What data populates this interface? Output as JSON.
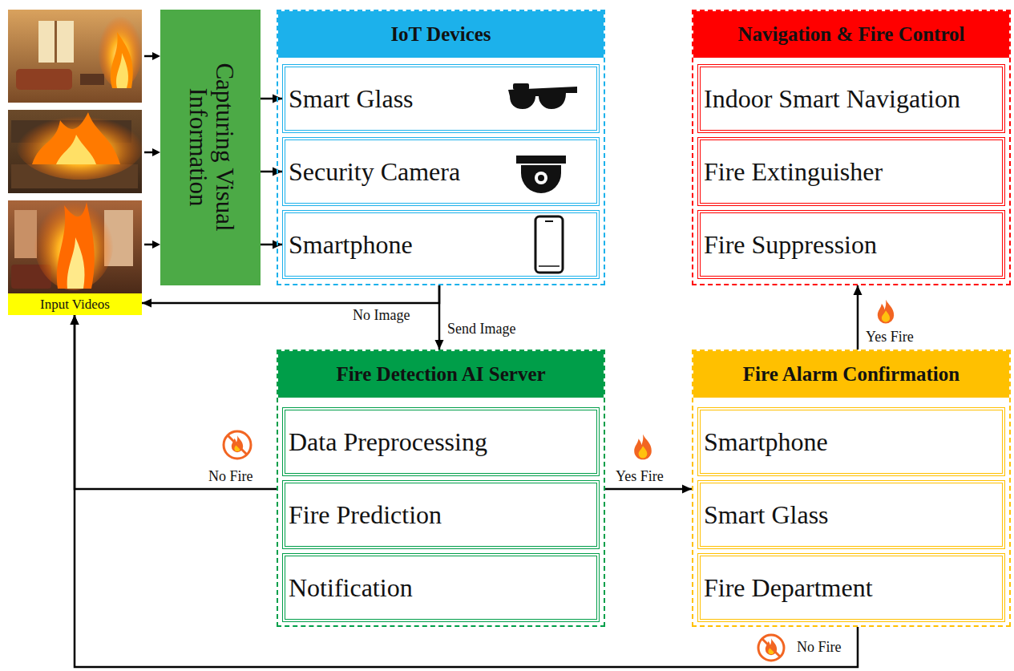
{
  "diagram": {
    "nodes": [
      {
        "text": [
          "Capturing Visual Information"
        ]
      },
      {
        "text": [
          "IoT Devices"
        ]
      },
      {
        "text": [
          "Smart Glass"
        ],
        "in": 1
      },
      {
        "text": [
          "Security Camera"
        ],
        "in": 1
      },
      {
        "text": [
          "Smartphone"
        ],
        "in": 1
      },
      {
        "text": [
          "Navigation & Fire Control"
        ]
      },
      {
        "text": [
          "Indoor Smart Navigation"
        ],
        "in": 5
      },
      {
        "text": [
          "Fire Extinguisher"
        ],
        "in": 5
      },
      {
        "text": [
          "Fire Suppression"
        ],
        "in": 5
      },
      {
        "text": [
          "Input Videos"
        ]
      },
      {
        "text": [
          "Fire Detection AI Server"
        ]
      },
      {
        "text": [
          "Data Preprocessing"
        ],
        "in": 10
      },
      {
        "text": [
          "Fire Prediction"
        ],
        "in": 10
      },
      {
        "text": [
          "Notification"
        ],
        "in": 10
      },
      {
        "text": [
          "Fire Alarm Confirmation"
        ]
      },
      {
        "text": [
          "Smartphone"
        ],
        "in": 14
      },
      {
        "text": [
          "Smart Glass"
        ],
        "in": 14
      },
      {
        "text": [
          "Fire Department"
        ],
        "in": 14
      }
    ],
    "edges": [
      {
        "from": 0,
        "to": 2,
        "arrow": "to"
      },
      {
        "from": 0,
        "to": 3,
        "arrow": "to"
      },
      {
        "from": 0,
        "to": 4,
        "arrow": "to"
      },
      {
        "from": 1,
        "to": 9,
        "label": "No Image",
        "arrow": "to"
      },
      {
        "from": 1,
        "to": 10,
        "label": "Send Image",
        "arrow": "to"
      },
      {
        "from": 10,
        "to": 9,
        "label": "No Fire",
        "arrow": "to"
      },
      {
        "from": 10,
        "to": 14,
        "label": "Yes Fire",
        "arrow": "to"
      },
      {
        "from": 14,
        "to": 5,
        "label": "Yes Fire",
        "arrow": "to"
      },
      {
        "from": 14,
        "to": 9,
        "label": "No Fire",
        "arrow": "to"
      }
    ]
  }
}
